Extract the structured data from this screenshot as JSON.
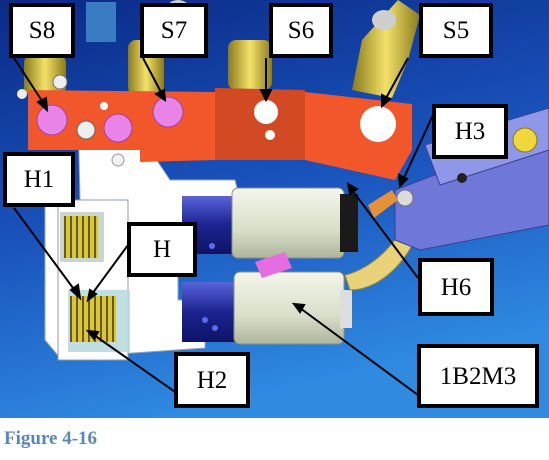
{
  "caption": "Figure 4-16",
  "labels": {
    "s8": "S8",
    "s7": "S7",
    "s6": "S6",
    "s5": "S5",
    "h3": "H3",
    "h1": "H1",
    "h": "H",
    "h6": "H6",
    "h2": "H2",
    "m": "1B2M3"
  },
  "colors": {
    "background_top": "#0b2f8f",
    "background_bottom": "#2a7fd8",
    "orange_plate": "#f1572b",
    "pink_screw": "#e87ee6",
    "yellow_spring": "#d8c43a",
    "motor_blue": "#1f2c9e",
    "motor_housing": "#dfe5d2",
    "caption": "#5b86b8"
  }
}
